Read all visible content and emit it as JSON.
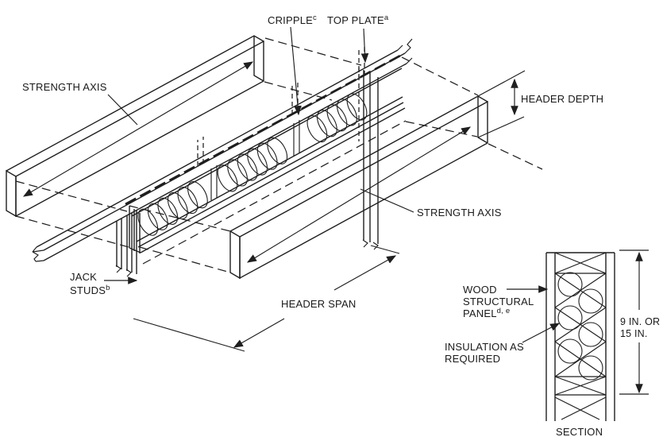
{
  "diagram": {
    "labels": {
      "strength_axis_back": "STRENGTH AXIS",
      "strength_axis_front": "STRENGTH AXIS",
      "cripple": {
        "text": "CRIPPLE",
        "sup": "c"
      },
      "top_plate": {
        "text": "TOP PLATE",
        "sup": "a"
      },
      "header_depth": "HEADER DEPTH",
      "jack_studs": {
        "line1": "JACK",
        "line2": "STUDS",
        "sup": "b"
      },
      "header_span": "HEADER SPAN"
    },
    "section": {
      "wood_structural_panel": {
        "line1": "WOOD",
        "line2": "STRUCTURAL",
        "line3": "PANEL",
        "sup": "d, e"
      },
      "insulation": {
        "line1": "INSULATION AS",
        "line2": "REQUIRED"
      },
      "depth_dimension": {
        "line1": "9 IN. OR",
        "line2": "15 IN."
      },
      "caption": "SECTION"
    },
    "colors": {
      "line": "#1f1f1f",
      "text": "#1a1a1a",
      "background": "#ffffff"
    }
  }
}
